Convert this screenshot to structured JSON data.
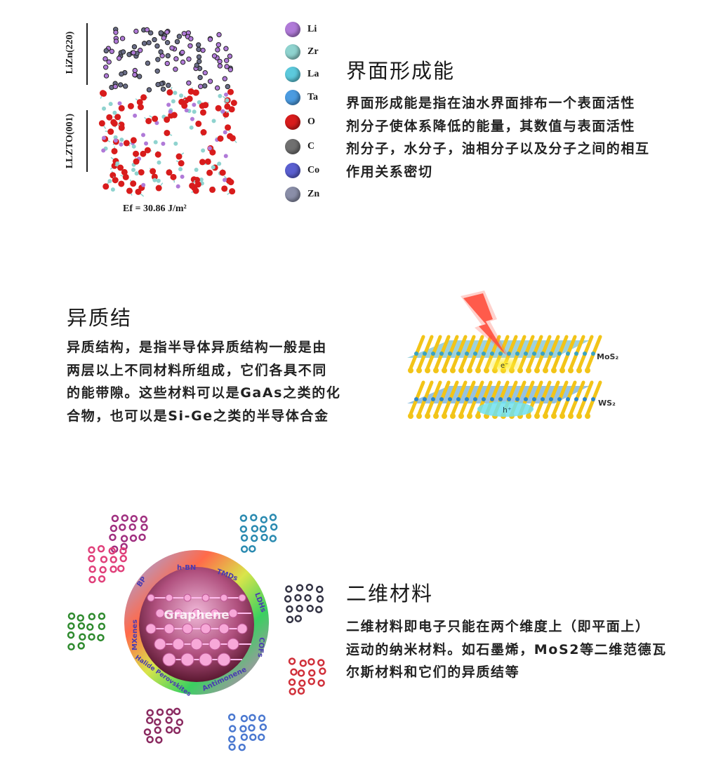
{
  "section1": {
    "title": "界面形成能",
    "paragraph_lines": [
      "界面形成能是指在油水界面排布一个表面活性",
      "剂分子使体系降低的能量，其数值与表面活性",
      "剂分子，水分子，油相分子以及分子之间的相互",
      "作用关系密切"
    ],
    "figure": {
      "top_layer_label": "LiZn(220)",
      "bottom_layer_label": "LLZTO(001)",
      "energy_caption": "Ef = 30.86 J/m²",
      "legend": [
        {
          "label": "Li",
          "color": "#b07ad8"
        },
        {
          "label": "Zr",
          "color": "#8fd3cf"
        },
        {
          "label": "La",
          "color": "#5cc9dc"
        },
        {
          "label": "Ta",
          "color": "#4b9be0"
        },
        {
          "label": "O",
          "color": "#d81c1c"
        },
        {
          "label": "C",
          "color": "#707070"
        },
        {
          "label": "Co",
          "color": "#5a5fd0"
        },
        {
          "label": "Zn",
          "color": "#8a8ea8"
        }
      ]
    }
  },
  "section2": {
    "title": "异质结",
    "paragraph_lines": [
      "异质结构，是指半导体异质结构一般是由",
      "两层以上不同材料所组成，它们各具不同",
      "的能带隙。这些材料可以是GaAs之类的化",
      "合物，也可以是Si-Ge之类的半导体合金"
    ],
    "figure": {
      "top_layer_label": "MoS₂",
      "bottom_layer_label": "WS₂",
      "electron_label": "e⁻",
      "hole_label": "h⁺"
    }
  },
  "section3": {
    "title": "二维材料",
    "paragraph_lines": [
      "二维材料即电子只能在两个维度上（即平面上）",
      "运动的纳米材料。如石墨烯，MoS2等二维范德瓦",
      "尔斯材料和它们的异质结等"
    ],
    "figure": {
      "center_label": "Graphene",
      "ring_labels": [
        "h-BN",
        "TMDs",
        "LDHs",
        "COFs",
        "Antimonene",
        "Halide Perovskites",
        "MXenes",
        "BP"
      ]
    }
  }
}
